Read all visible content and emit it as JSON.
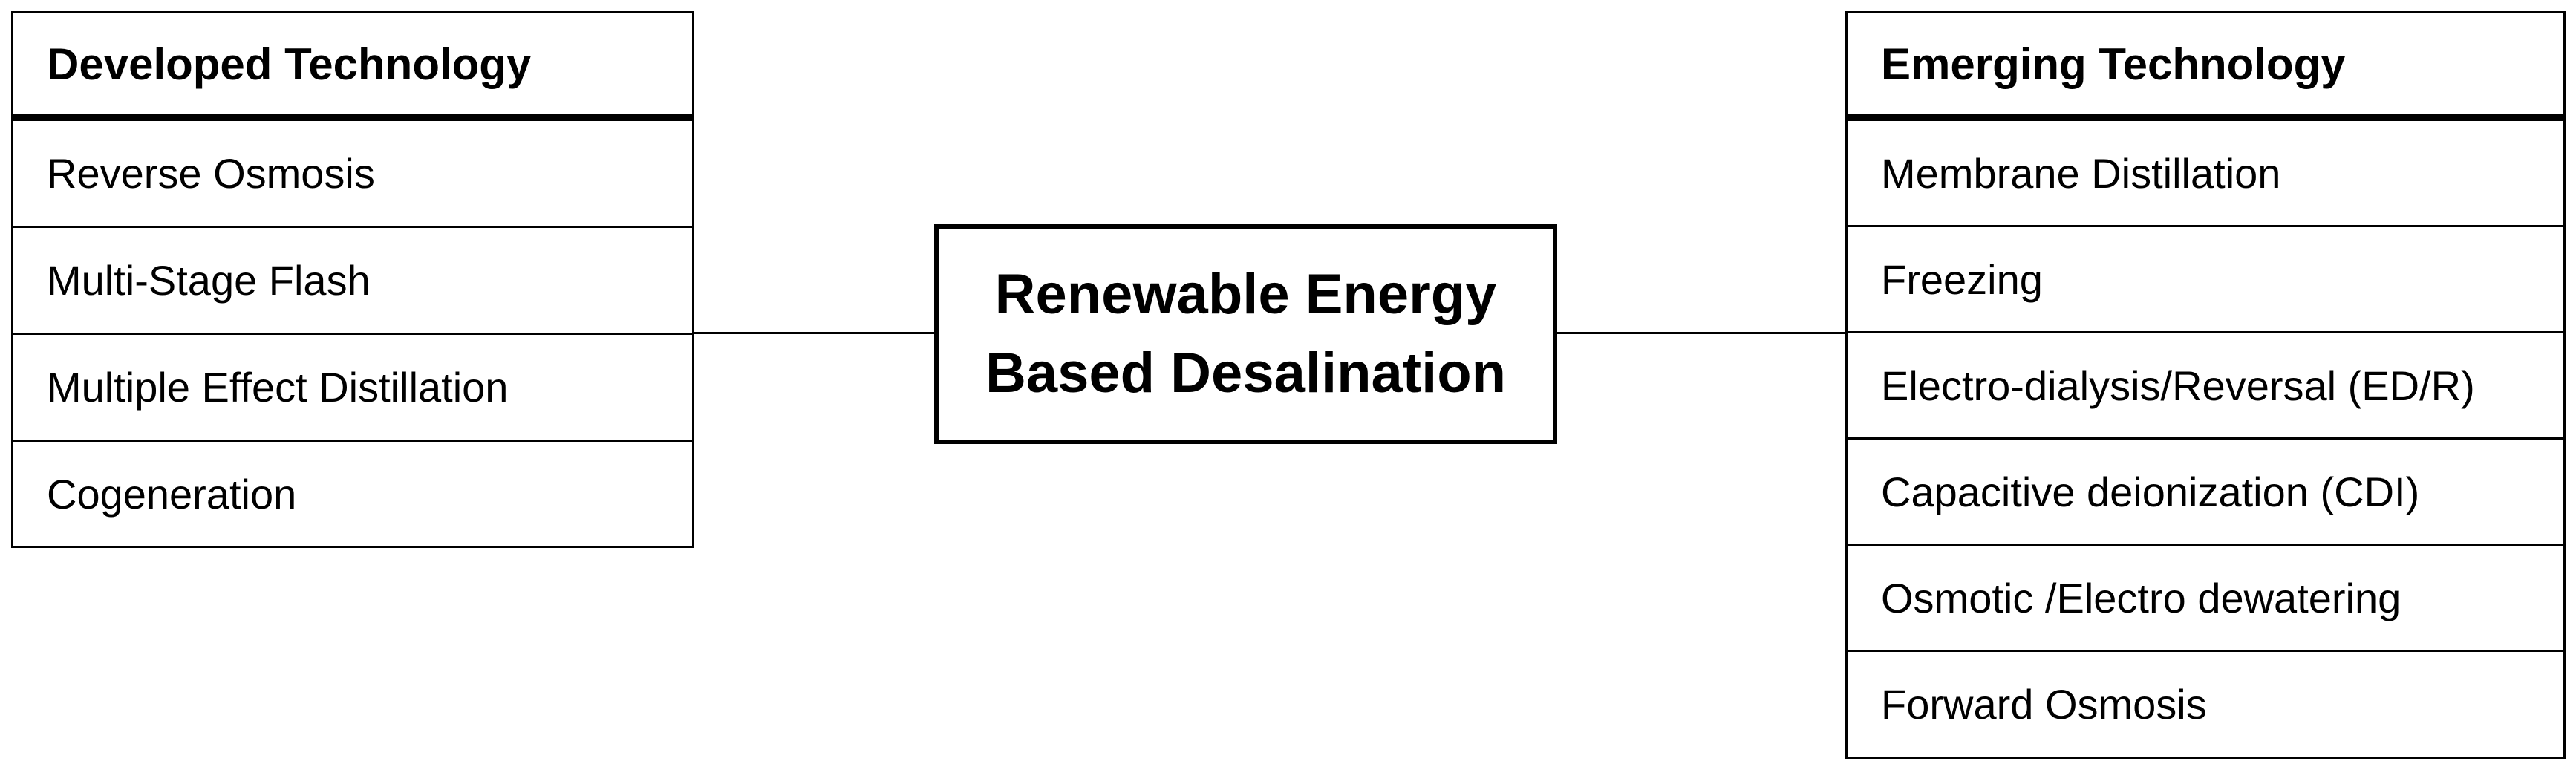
{
  "center": {
    "line1": "Renewable Energy",
    "line2": "Based Desalination"
  },
  "developed": {
    "title": "Developed Technology",
    "items": [
      "Reverse Osmosis",
      "Multi-Stage Flash",
      "Multiple Effect Distillation",
      "Cogeneration"
    ]
  },
  "emerging": {
    "title": "Emerging Technology",
    "items": [
      "Membrane Distillation",
      "Freezing",
      "Electro-dialysis/Reversal (ED/R)",
      "Capacitive deionization (CDI)",
      "Osmotic /Electro dewatering",
      "Forward Osmosis"
    ]
  },
  "colors": {
    "line": "#000000",
    "background": "#ffffff",
    "text": "#000000"
  }
}
